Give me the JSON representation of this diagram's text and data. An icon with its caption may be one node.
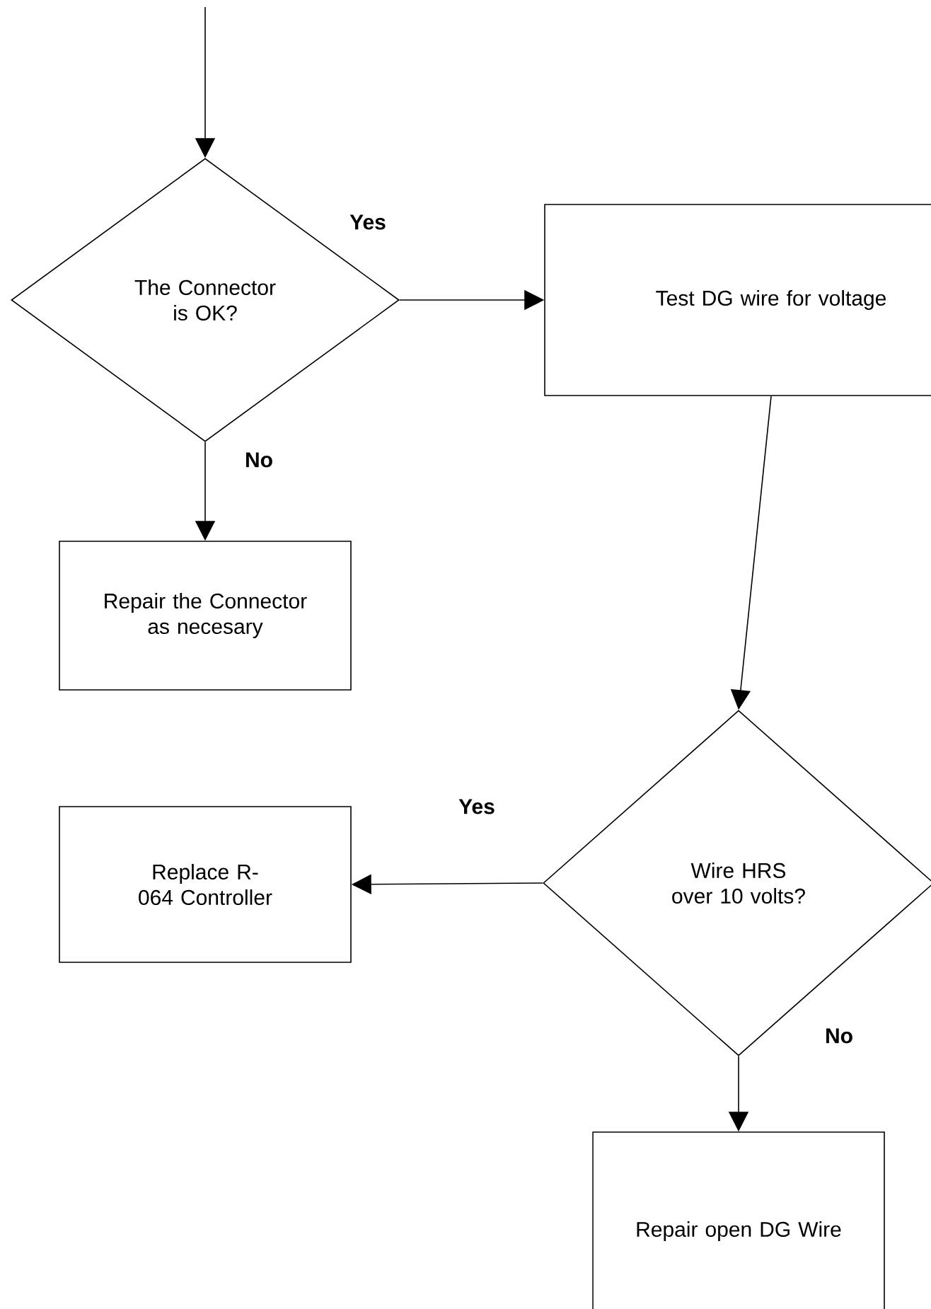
{
  "diagram": {
    "nodes": [
      {
        "text": [
          "The Connector is OK?"
        ]
      },
      {
        "text": [
          "Test DG wire for voltage"
        ]
      },
      {
        "text": [
          "Repair the Connector as necesary"
        ]
      },
      {
        "text": [
          "Wire HRS over 10 volts?"
        ]
      },
      {
        "text": [
          "Replace R-064 Controller"
        ]
      },
      {
        "text": [
          "Repair open DG Wire"
        ]
      }
    ],
    "edges": [
      {
        "from": null,
        "to": 0,
        "arrow": "to"
      },
      {
        "from": 0,
        "to": 1,
        "arrow": "to",
        "label": "Yes"
      },
      {
        "from": 0,
        "to": 2,
        "arrow": "to",
        "label": "No"
      },
      {
        "from": 1,
        "to": 3,
        "arrow": "to"
      },
      {
        "from": 3,
        "to": 4,
        "arrow": "to",
        "label": "Yes"
      },
      {
        "from": 3,
        "to": 5,
        "arrow": "to",
        "label": "No"
      }
    ]
  }
}
